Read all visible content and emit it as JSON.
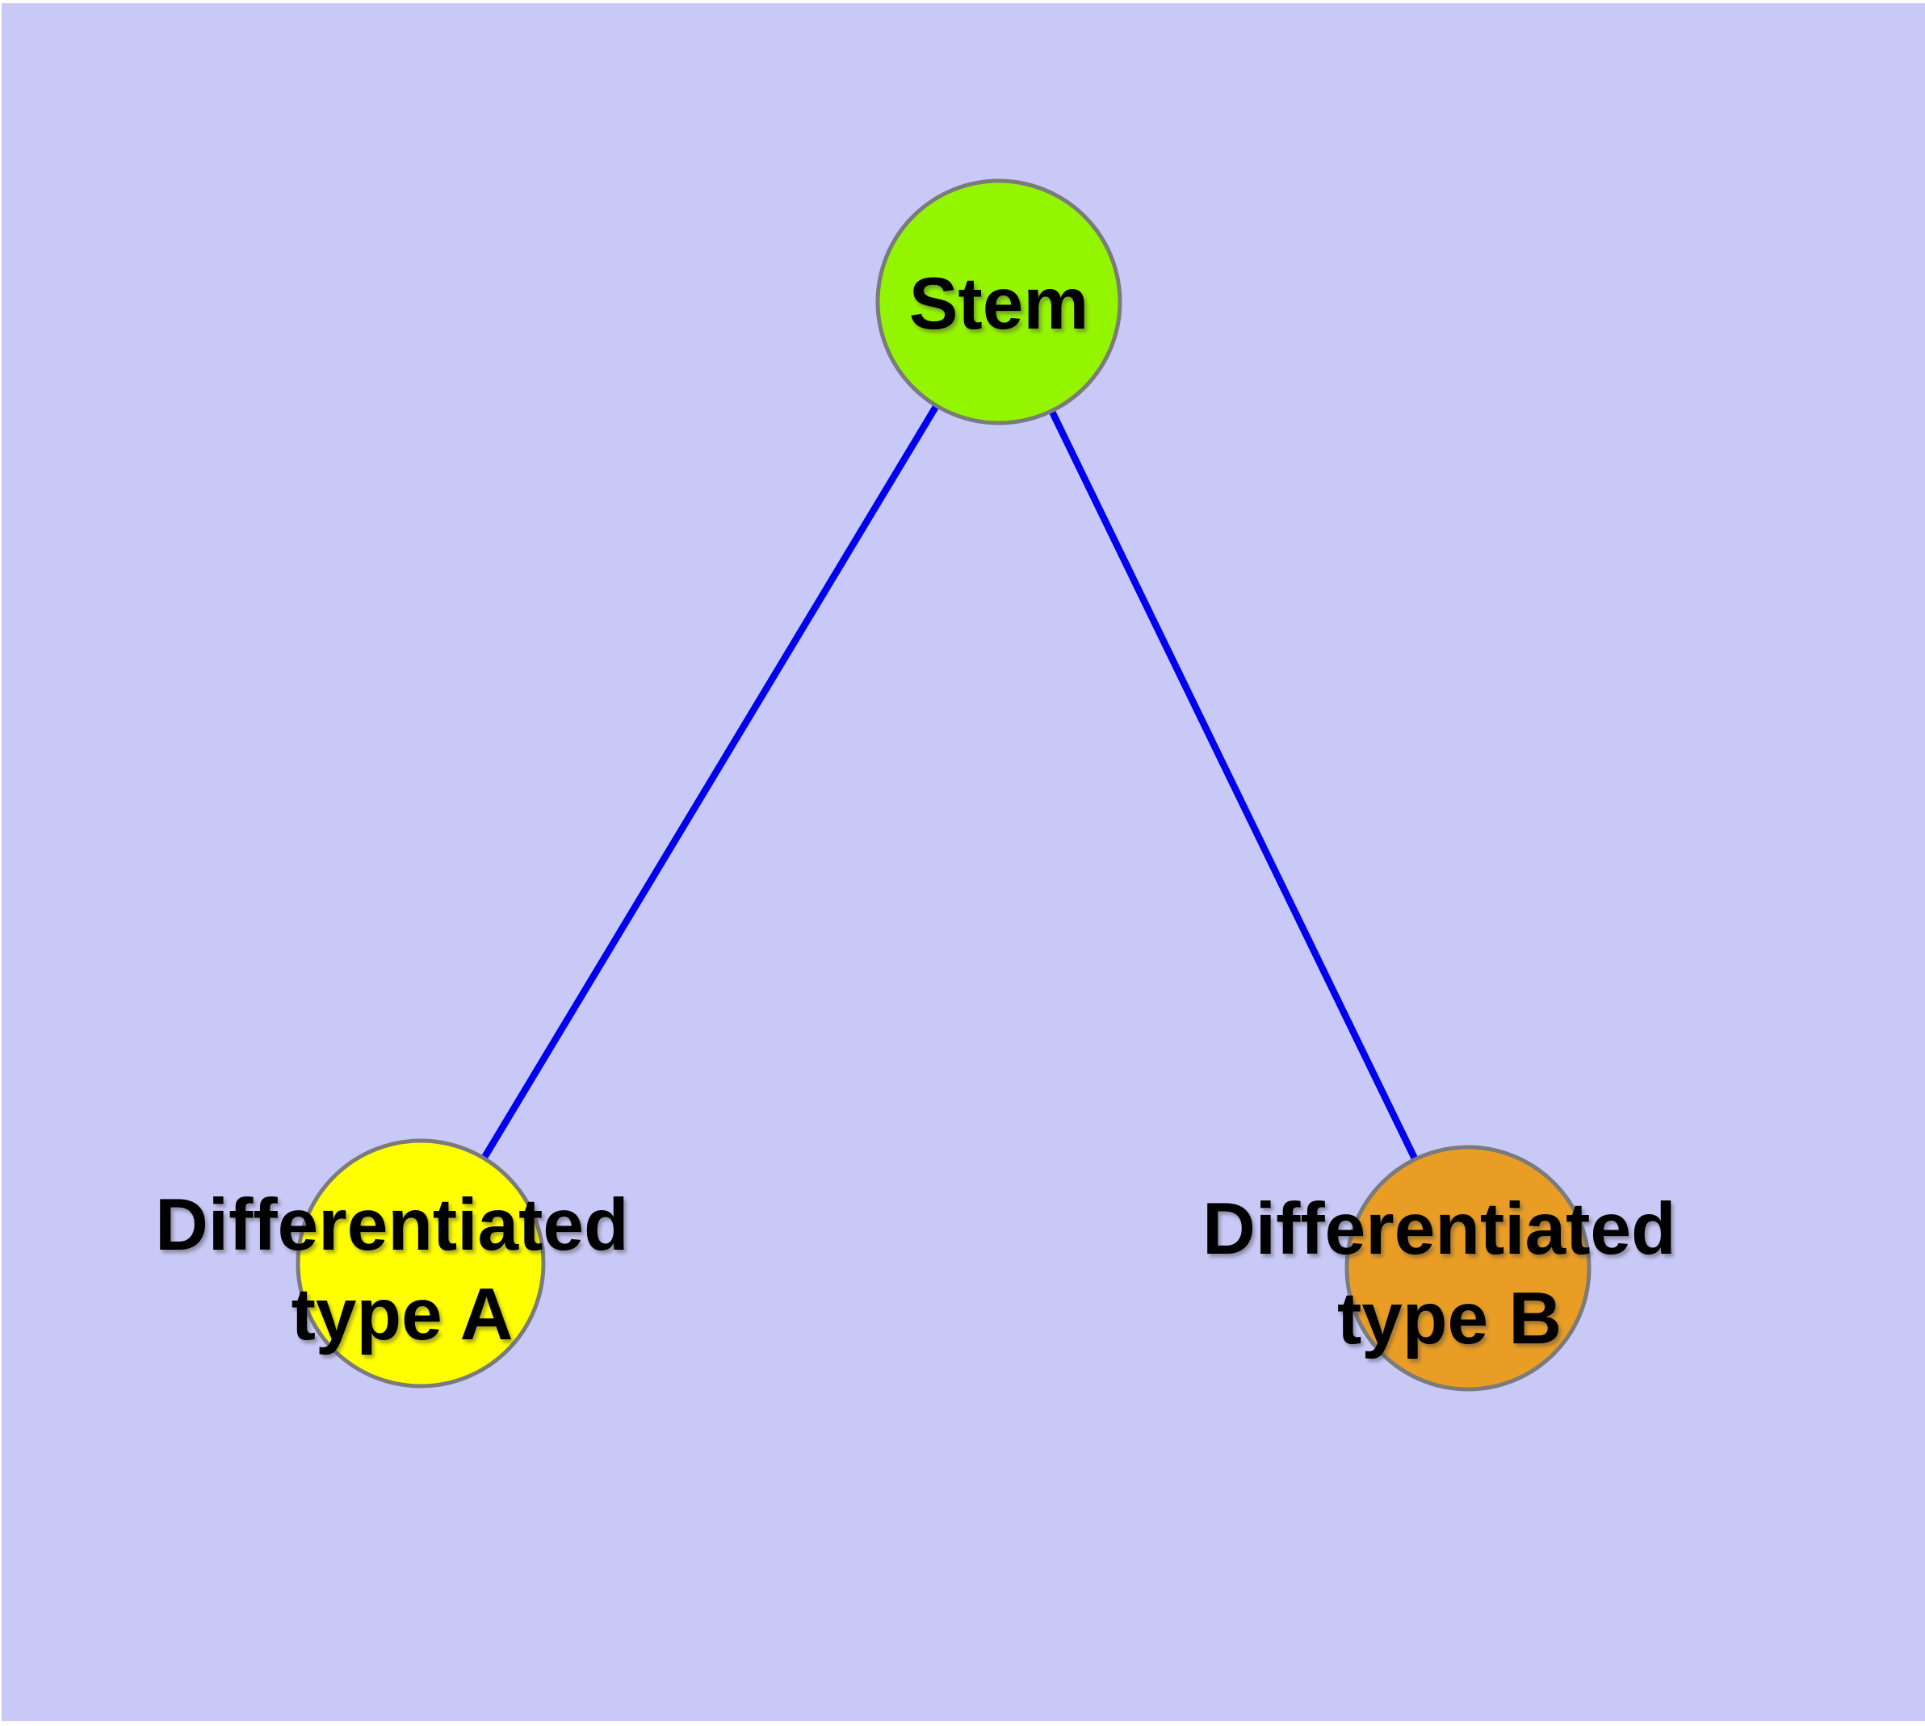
{
  "diagram": {
    "type": "graph",
    "background_color": "#c9c9f8",
    "frame_color": "#ffffff",
    "edge_color": "#0000ee",
    "node_border_color": "#7b7b7b",
    "text_color": "#000000",
    "nodes": {
      "stem": {
        "label": "Stem",
        "fill": "#94f500"
      },
      "type_a": {
        "label_line1": "Differentiated",
        "label_line2": "type A",
        "fill": "#ffff00"
      },
      "type_b": {
        "label_line1": "Differentiated",
        "label_line2": "type B",
        "fill": "#e99d25"
      }
    },
    "edges": [
      {
        "from": "Stem",
        "to": "Differentiated type A"
      },
      {
        "from": "Stem",
        "to": "Differentiated type B"
      }
    ]
  }
}
